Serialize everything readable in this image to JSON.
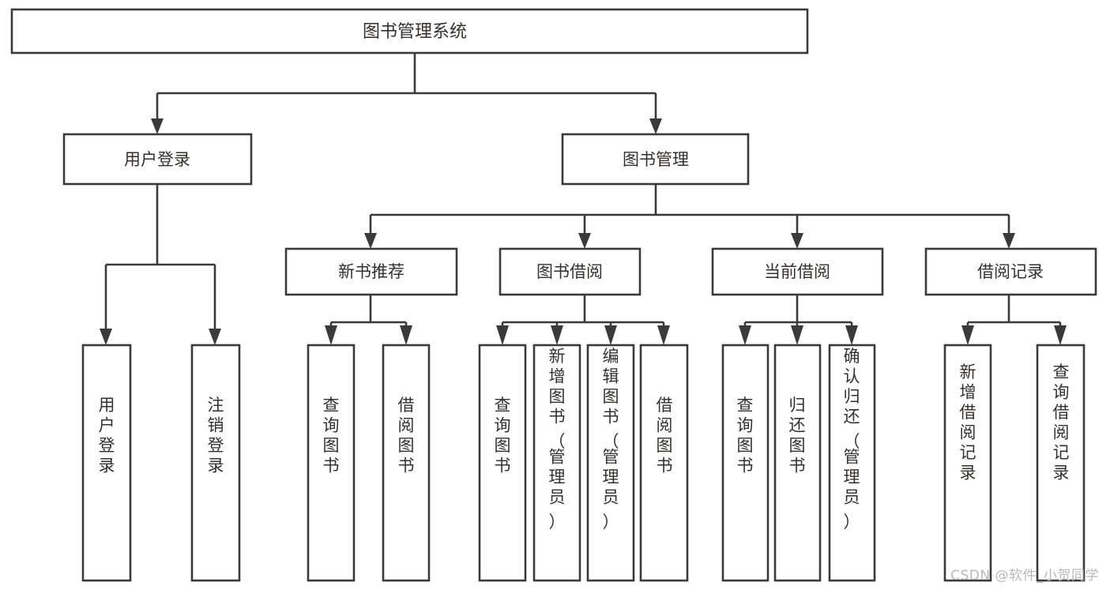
{
  "diagram": {
    "type": "tree-hierarchy",
    "title": "图书管理系统",
    "background_color": "#ffffff",
    "line_color": "#3a3a3a",
    "text_color": "#33312f",
    "nodes": {
      "root": {
        "label": "图书管理系统"
      },
      "level2": [
        {
          "id": "user-login",
          "label": "用户登录"
        },
        {
          "id": "book-management",
          "label": "图书管理"
        }
      ],
      "level3": [
        {
          "id": "new-book-recommend",
          "label": "新书推荐",
          "parent": "book-management"
        },
        {
          "id": "book-borrow",
          "label": "图书借阅",
          "parent": "book-management"
        },
        {
          "id": "current-borrow",
          "label": "当前借阅",
          "parent": "book-management"
        },
        {
          "id": "borrow-record",
          "label": "借阅记录",
          "parent": "book-management"
        }
      ],
      "leaves": {
        "user-login": [
          {
            "id": "leaf-user-login",
            "label": "用户登录"
          },
          {
            "id": "leaf-user-logout",
            "label": "注销登录"
          }
        ],
        "new-book-recommend": [
          {
            "id": "leaf-query-book-1",
            "label": "查询图书"
          },
          {
            "id": "leaf-borrow-book-1",
            "label": "借阅图书"
          }
        ],
        "book-borrow": [
          {
            "id": "leaf-query-book-2",
            "label": "查询图书"
          },
          {
            "id": "leaf-add-book",
            "label": "新增图书（管理员）"
          },
          {
            "id": "leaf-edit-book",
            "label": "编辑图书（管理员）"
          },
          {
            "id": "leaf-borrow-book-2",
            "label": "借阅图书"
          }
        ],
        "current-borrow": [
          {
            "id": "leaf-query-book-3",
            "label": "查询图书"
          },
          {
            "id": "leaf-return-book",
            "label": "归还图书"
          },
          {
            "id": "leaf-confirm-return",
            "label": "确认归还（管理员）"
          }
        ],
        "borrow-record": [
          {
            "id": "leaf-add-record",
            "label": "新增借阅记录"
          },
          {
            "id": "leaf-query-record",
            "label": "查询借阅记录"
          }
        ]
      }
    }
  },
  "watermark": {
    "text": "CSDN @软件_小贺同学"
  }
}
